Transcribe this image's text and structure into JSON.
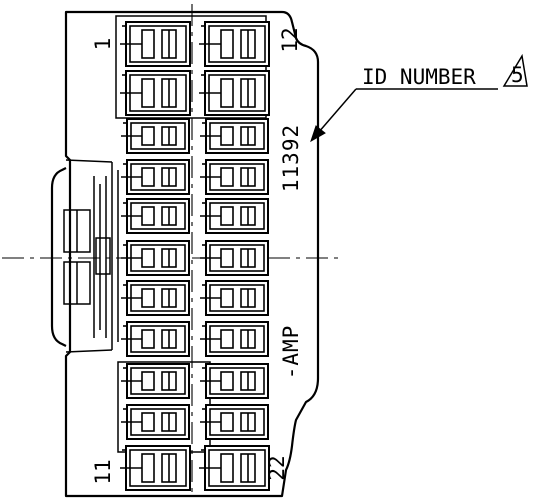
{
  "callout": {
    "text": "ID NUMBER",
    "revision_mark": "5"
  },
  "vertical_texts": {
    "id_number": "11392",
    "maker": "-AMP"
  },
  "pin_labels": {
    "top_left": "1",
    "top_right": "12",
    "bottom_left": "11",
    "bottom_right": "22"
  },
  "connector": {
    "rows": 11,
    "columns": 2,
    "pin_count": 22
  }
}
